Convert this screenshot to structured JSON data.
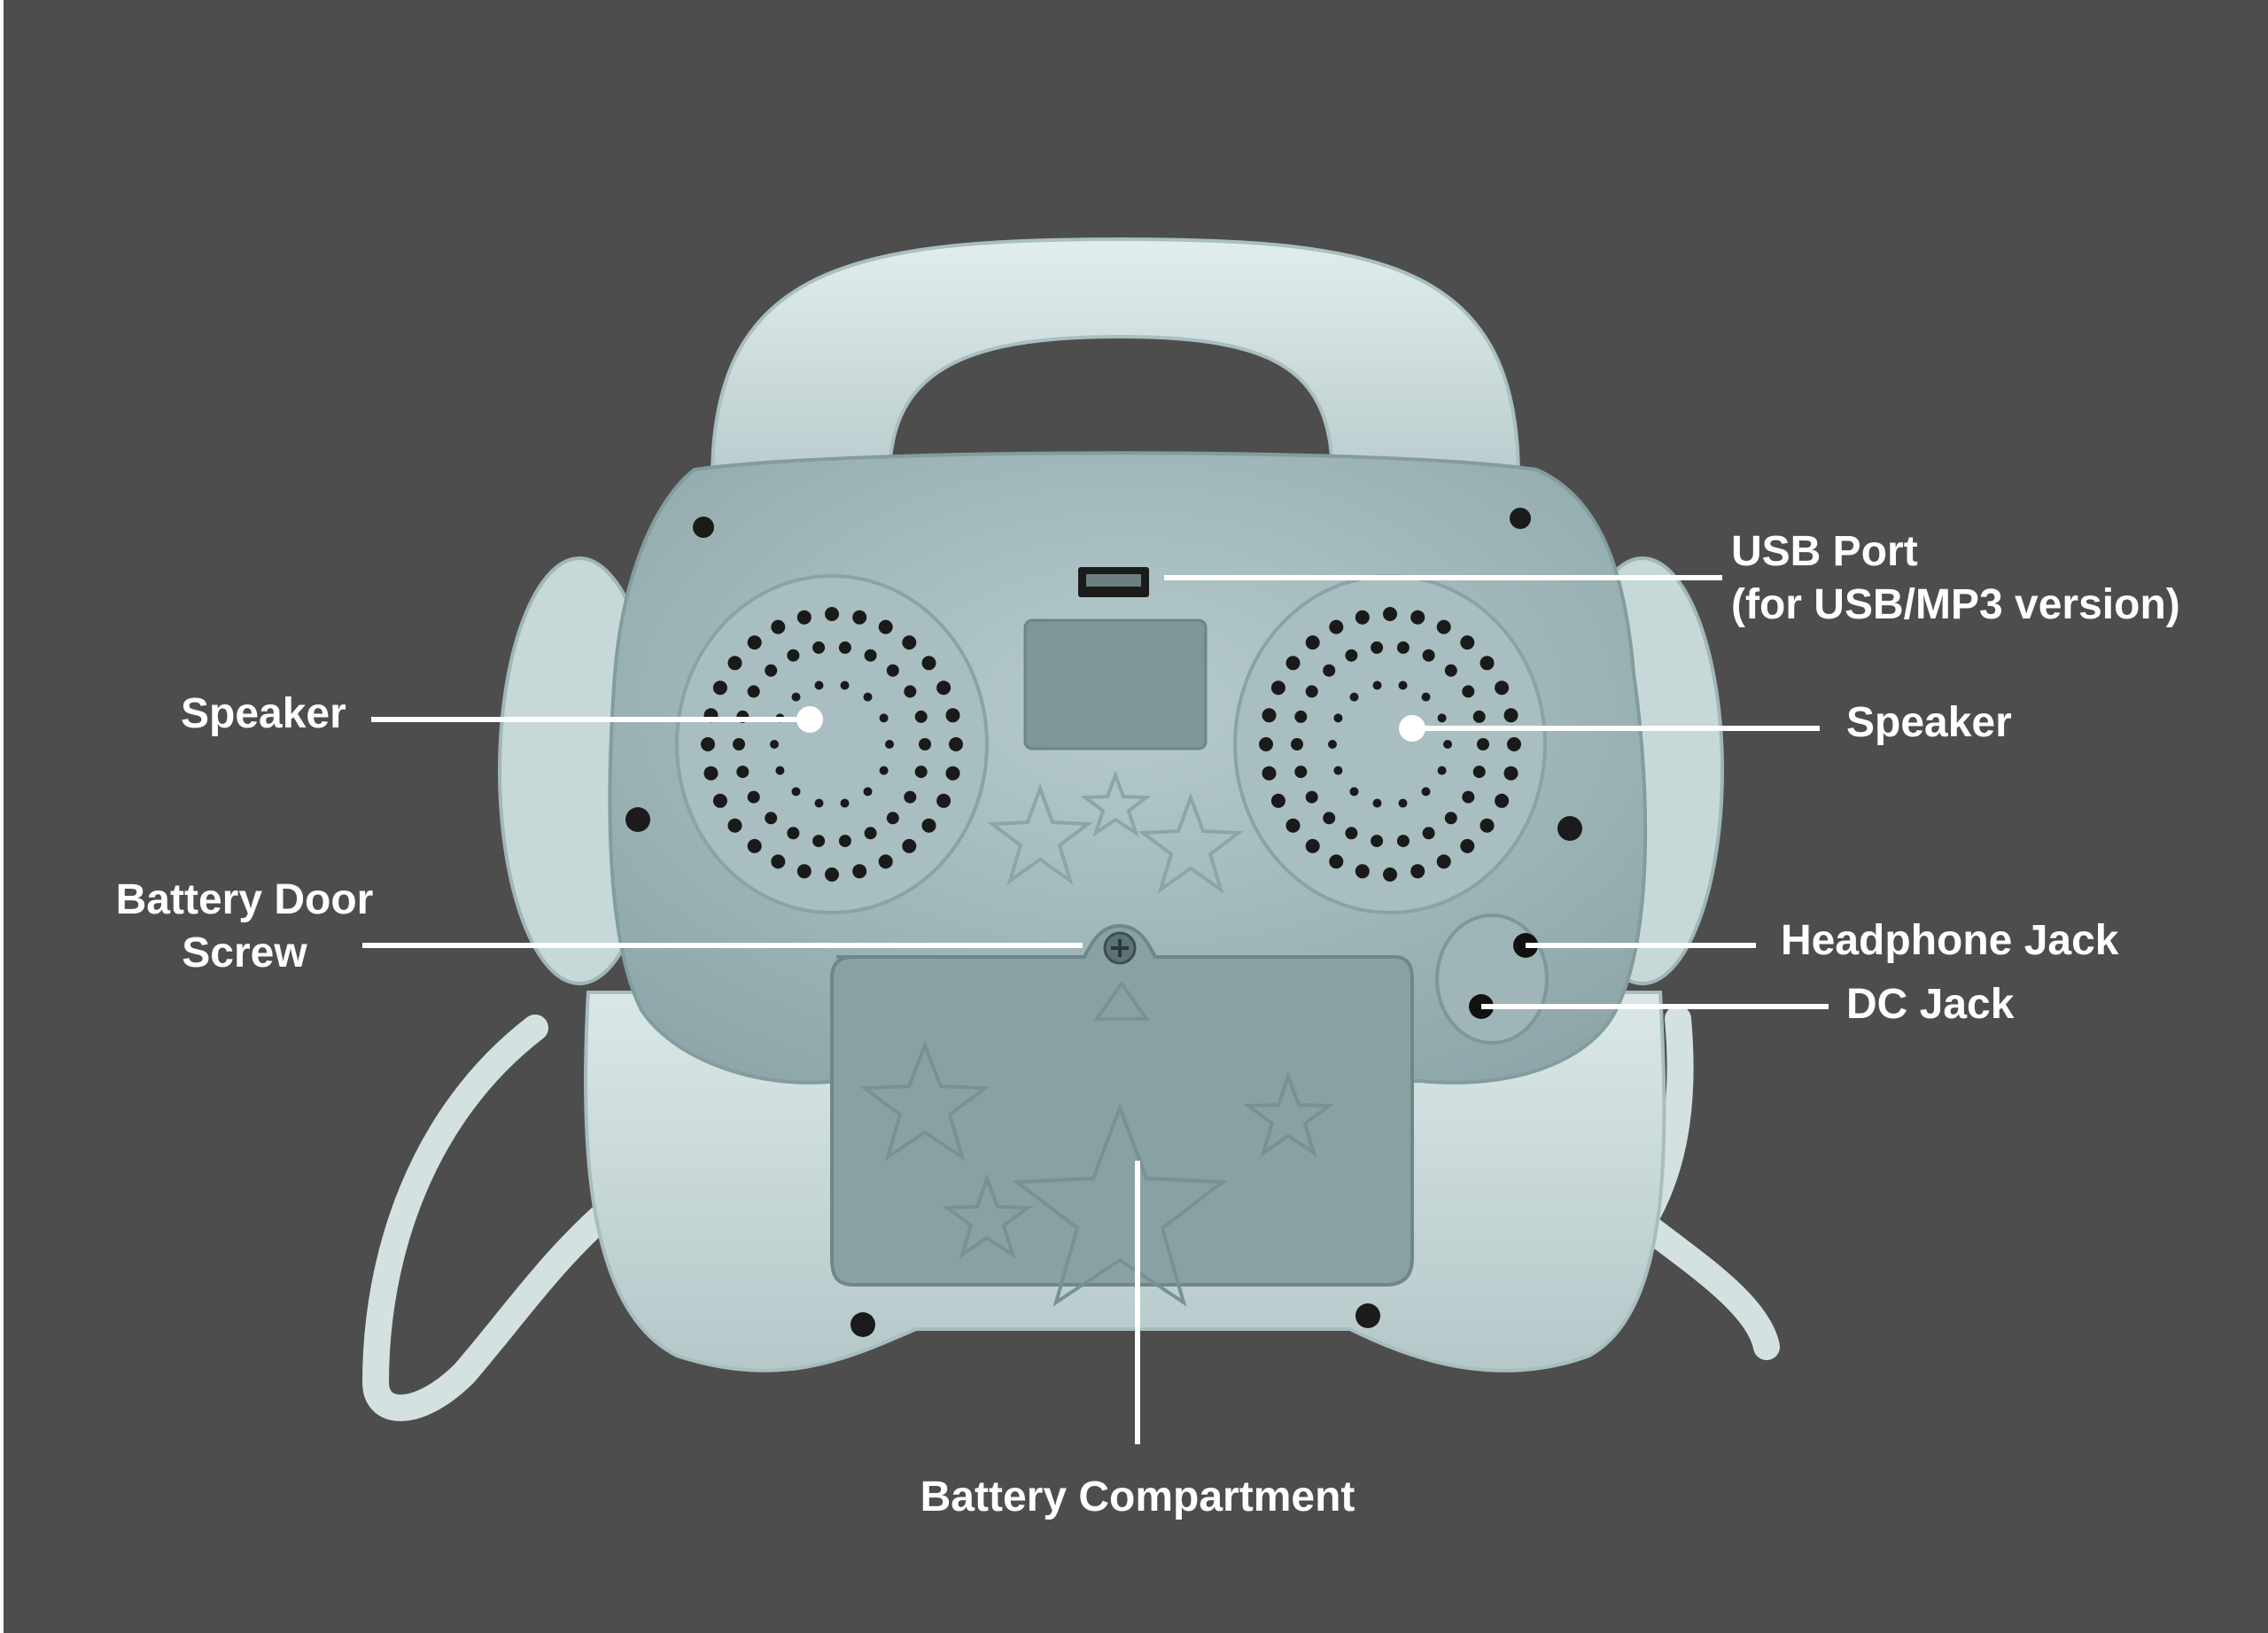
{
  "labels": {
    "usb_port": {
      "line1": "USB Port",
      "line2": "(for USB/MP3 version)"
    },
    "speaker_left": "Speaker",
    "speaker_right": "Speaker",
    "battery_door_screw": {
      "line1": "Battery Door",
      "line2": "Screw"
    },
    "headphone_jack": "Headphone Jack",
    "dc_jack": "DC Jack",
    "battery_compartment": "Battery Compartment"
  },
  "colors": {
    "background": "#4d4d4d",
    "label_text": "#ffffff",
    "leader_line": "#ffffff",
    "device_body": "#9fb5b8",
    "device_light": "#c9dadb",
    "device_dark": "#7d9598"
  }
}
